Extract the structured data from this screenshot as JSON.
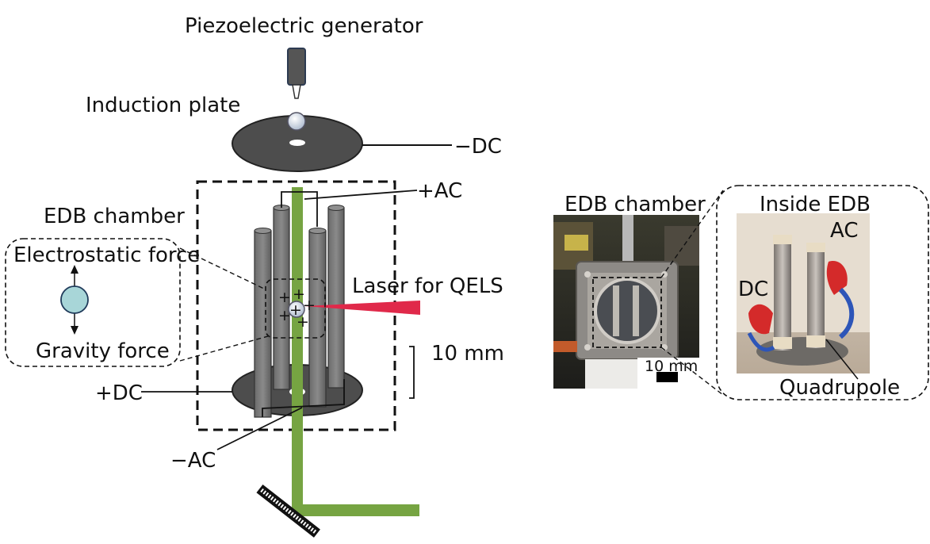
{
  "labels": {
    "piezo": "Piezoelectric generator",
    "induction_plate": "Induction plate",
    "minus_dc": "−DC",
    "plus_ac": "+AC",
    "edb_chamber": "EDB chamber",
    "electrostatic_force": "Electrostatic force",
    "gravity_force": "Gravity force",
    "laser": "Laser for QELS",
    "scale_10mm": "10 mm",
    "plus_dc": "+DC",
    "minus_ac": "−AC"
  },
  "photo": {
    "edb_chamber": "EDB chamber",
    "scale_bar": "10 mm",
    "inside_edb": "Inside EDB",
    "ac": "AC",
    "dc": "DC",
    "quadrupole": "Quadrupole"
  },
  "charge_signs": [
    "+",
    "+",
    "+",
    "+",
    "+",
    "+"
  ],
  "colors": {
    "laser_green": "#76a442",
    "laser_red": "#e0294a",
    "plate": "#4d4d4d",
    "rod": "#7a7a7a",
    "droplet": "#a8d6d8"
  }
}
